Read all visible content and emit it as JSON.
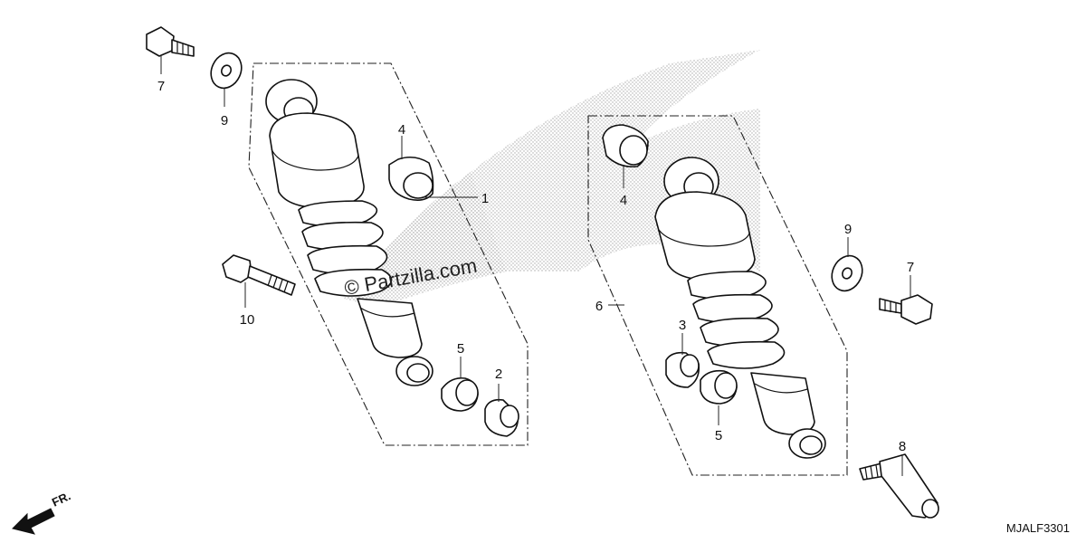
{
  "watermark": "© Partzilla.com",
  "diagram_code": "MJALF3301",
  "front_indicator": "FR.",
  "callouts": {
    "left_assembly": "1",
    "left_collar": "2",
    "right_collar": "3",
    "left_top_bushing": "4",
    "right_top_bushing": "4",
    "left_bottom_bushing": "5",
    "right_bottom_bushing": "5",
    "right_assembly": "6",
    "left_top_bolt": "7",
    "right_bolt": "7",
    "stud": "8",
    "left_washer": "9",
    "right_washer": "9",
    "left_long_bolt": "10"
  }
}
